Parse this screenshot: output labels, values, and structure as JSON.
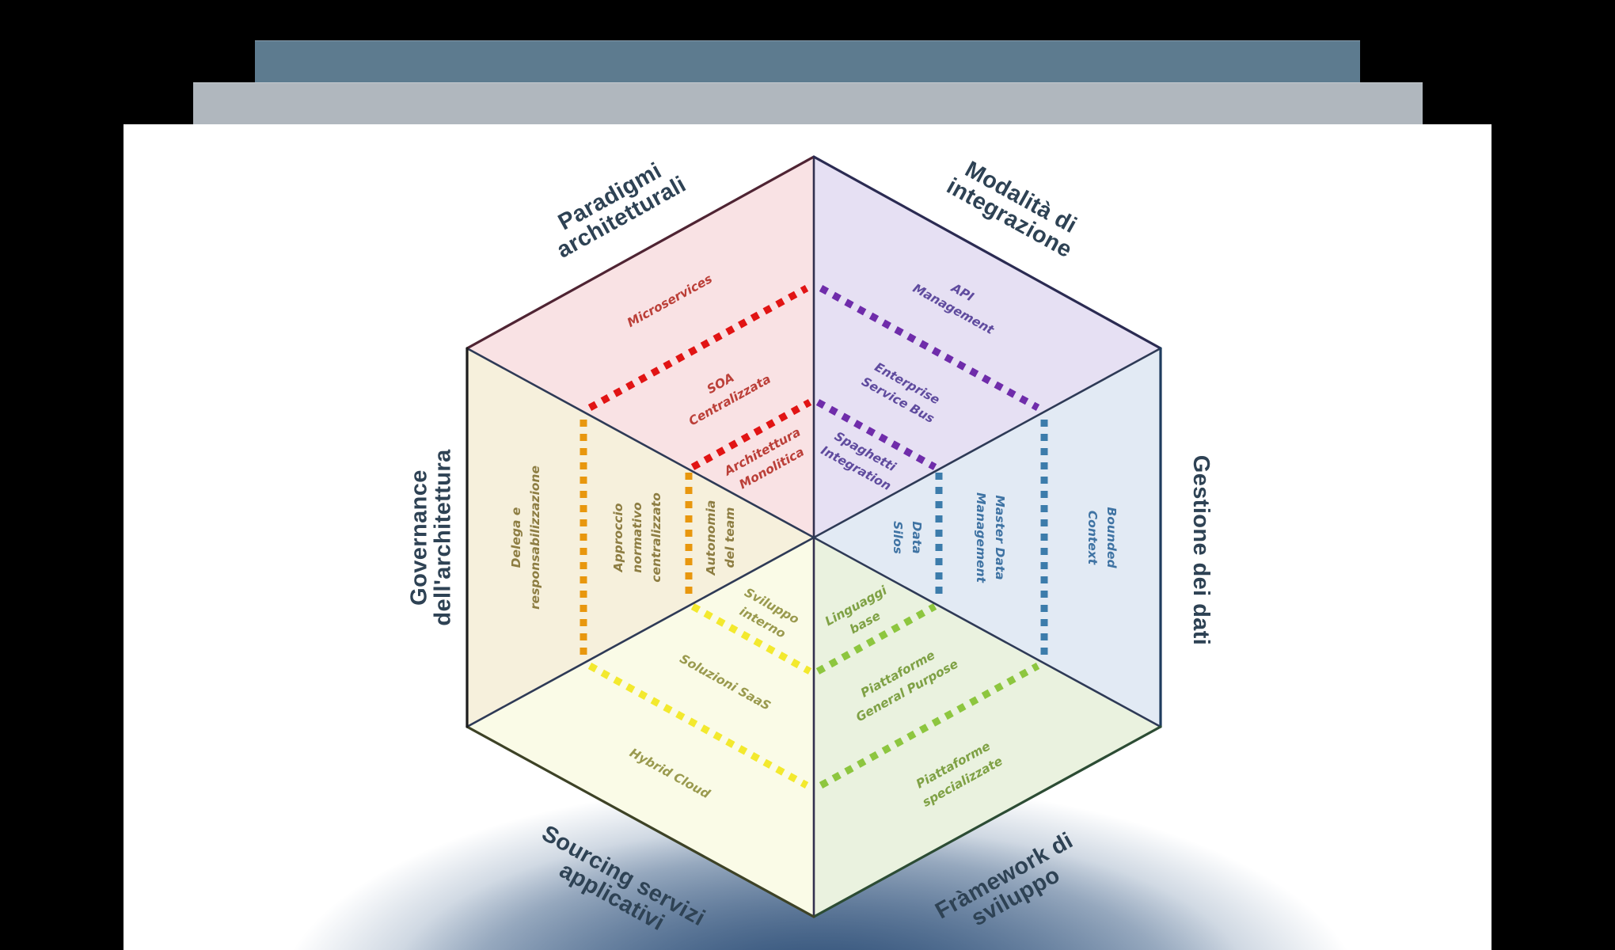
{
  "chrome": {
    "title_bar_color": "#5d7b8f",
    "toolbar_color": "#b0b7be",
    "page_background": "#000000"
  },
  "slide": {
    "background": "#ffffff",
    "bottom_glow_color": "#48668e"
  },
  "hexagon": {
    "category_text_color": "#2e4254",
    "sectors": [
      {
        "name": "paradigmi-architetturali",
        "category": "Paradigmi\narchitetturali",
        "fill": "#f9e2e4",
        "dot_color": "#e11414",
        "item_color": "#bb3f38",
        "items": [
          {
            "label": "Microservices"
          },
          {
            "label": "SOA\nCentralizzata"
          },
          {
            "label": "Architettura\nMonolitica"
          }
        ]
      },
      {
        "name": "modalita-di-integrazione",
        "category": "Modalità di\nintegrazione",
        "fill": "#e6e0f3",
        "dot_color": "#6f2caa",
        "item_color": "#5f4b9e",
        "items": [
          {
            "label": "API\nManagement"
          },
          {
            "label": "Enterprise\nService Bus"
          },
          {
            "label": "Spaghetti\nIntegration"
          }
        ]
      },
      {
        "name": "gestione-dei-dati",
        "category": "Gestione dei dati",
        "fill": "#e2eaf4",
        "dot_color": "#3c7cab",
        "item_color": "#3f73a3",
        "items": [
          {
            "label": "Bounded\nContext"
          },
          {
            "label": "Master Data\nManagement"
          },
          {
            "label": "Data\nSilos"
          }
        ]
      },
      {
        "name": "framework-di-sviluppo",
        "category": "Fràmework di\nsviluppo",
        "fill": "#eaf2df",
        "dot_color": "#8dc63f",
        "item_color": "#7fa145",
        "items": [
          {
            "label": "Piattaforme\nspecializzate"
          },
          {
            "label": "Piattaforme\nGeneral Purpose"
          },
          {
            "label": "Linguaggi\nbase"
          }
        ]
      },
      {
        "name": "sourcing-servizi-applicativi",
        "category": "Sourcing servizi\napplicativi",
        "fill": "#fafbe7",
        "dot_color": "#f3e92e",
        "item_color": "#9a9a4e",
        "items": [
          {
            "label": "Hybrid Cloud"
          },
          {
            "label": "Soluzioni SaaS"
          },
          {
            "label": "Sviluppo\ninterno"
          }
        ]
      },
      {
        "name": "governance-dell-architettura",
        "category": "Governance\ndell'architettura",
        "fill": "#f6f0dc",
        "dot_color": "#e8970e",
        "item_color": "#8d7d42",
        "items": [
          {
            "label": "Delega e\nresponsabilizzazione"
          },
          {
            "label": "Approccio\nnormativo\ncentralizzato"
          },
          {
            "label": "Autonomia\ndel team"
          }
        ]
      }
    ]
  }
}
